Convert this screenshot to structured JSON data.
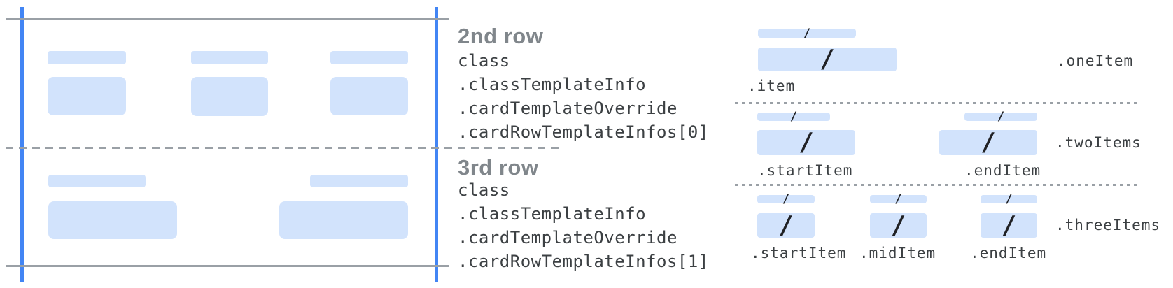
{
  "colors": {
    "bar_fill": "#d2e3fc",
    "card_edge_blue": "#4285f4",
    "line_gray": "#9aa0a6",
    "heading_gray": "#80868b",
    "code_text": "#3c4043",
    "slash_color": "#202124"
  },
  "glyphs": {
    "slash": "/"
  },
  "annotations": {
    "row2": {
      "heading": "2nd row",
      "code_lines": [
        "class",
        ".classTemplateInfo",
        ".cardTemplateOverride",
        ".cardRowTemplateInfos[0]"
      ]
    },
    "row3": {
      "heading": "3rd row",
      "code_lines": [
        "class",
        ".classTemplateInfo",
        ".cardTemplateOverride",
        ".cardRowTemplateInfos[1]"
      ]
    }
  },
  "item_layouts": [
    {
      "name": ".oneItem",
      "item_labels": [
        ".item"
      ]
    },
    {
      "name": ".twoItems",
      "item_labels": [
        ".startItem",
        ".endItem"
      ]
    },
    {
      "name": ".threeItems",
      "item_labels": [
        ".startItem",
        ".midItem",
        ".endItem"
      ]
    }
  ]
}
